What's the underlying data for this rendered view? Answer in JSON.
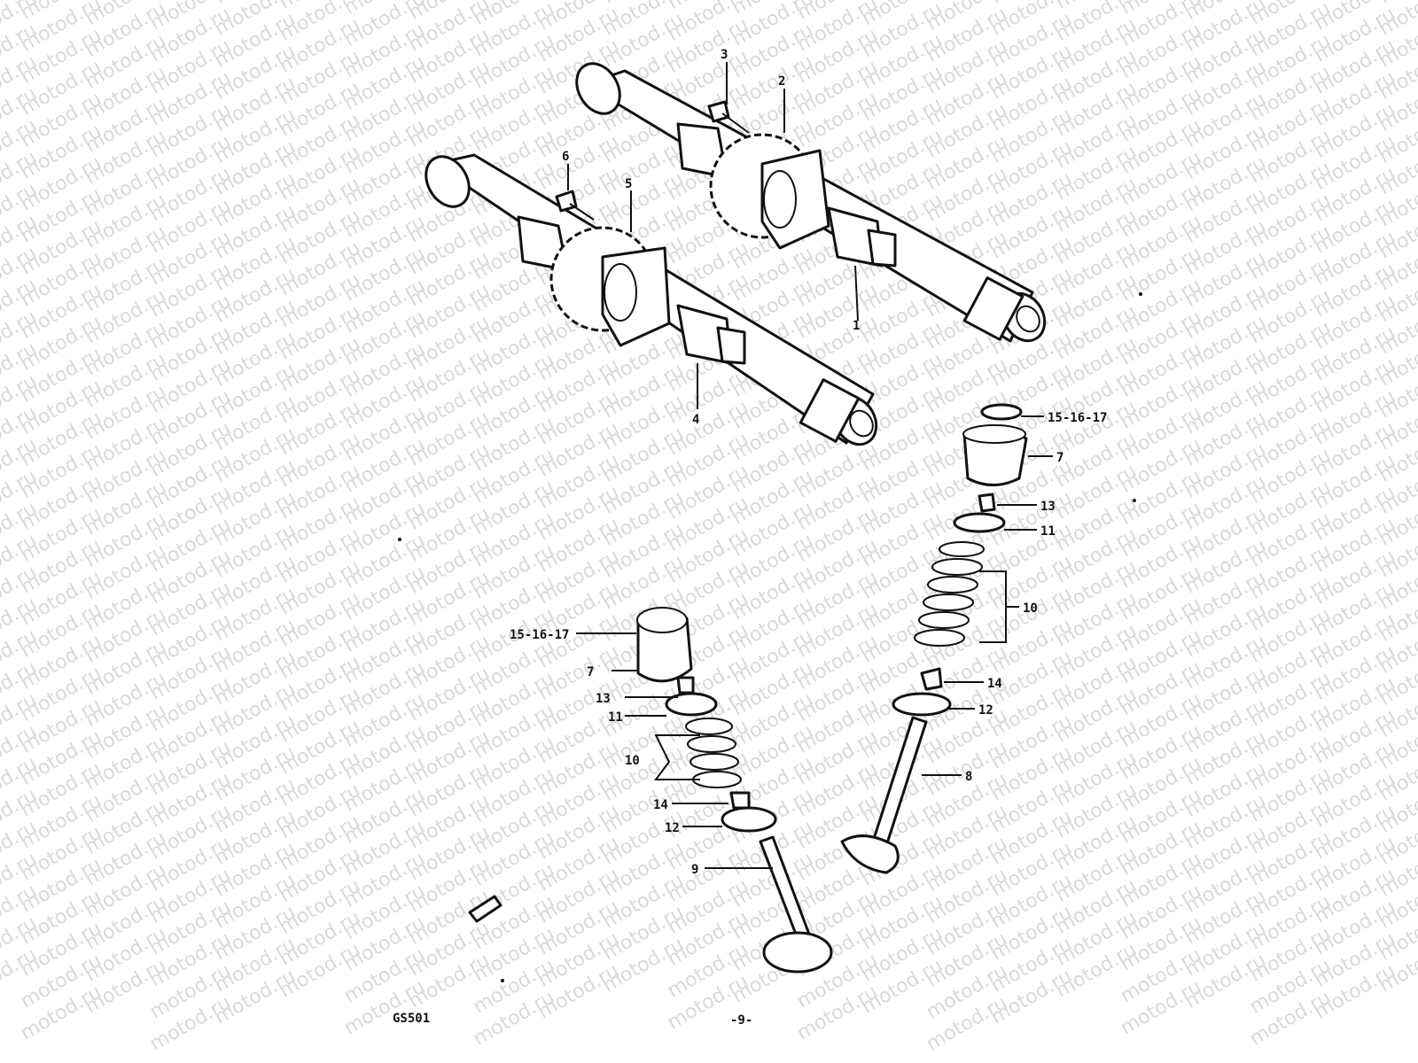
{
  "watermark": {
    "text": "motod.ru",
    "color": "#d9d9d9"
  },
  "callouts": {
    "c1": "1",
    "c2": "2",
    "c3": "3",
    "c4": "4",
    "c5": "5",
    "c6": "6",
    "r_shim": "15-16-17",
    "r_tappet": "7",
    "r_cotter": "13",
    "r_retainer": "11",
    "r_spring": "10",
    "r_seal": "14",
    "r_seat": "12",
    "r_valve": "8",
    "l_shim": "15-16-17",
    "l_tappet": "7",
    "l_cotter": "13",
    "l_retainer": "11",
    "l_spring": "10",
    "l_seal": "14",
    "l_seat": "12",
    "l_valve": "9"
  },
  "footer": {
    "code": "GS501",
    "page": "-9-"
  },
  "icons": {
    "front_arrow": "front-arrow-icon"
  }
}
